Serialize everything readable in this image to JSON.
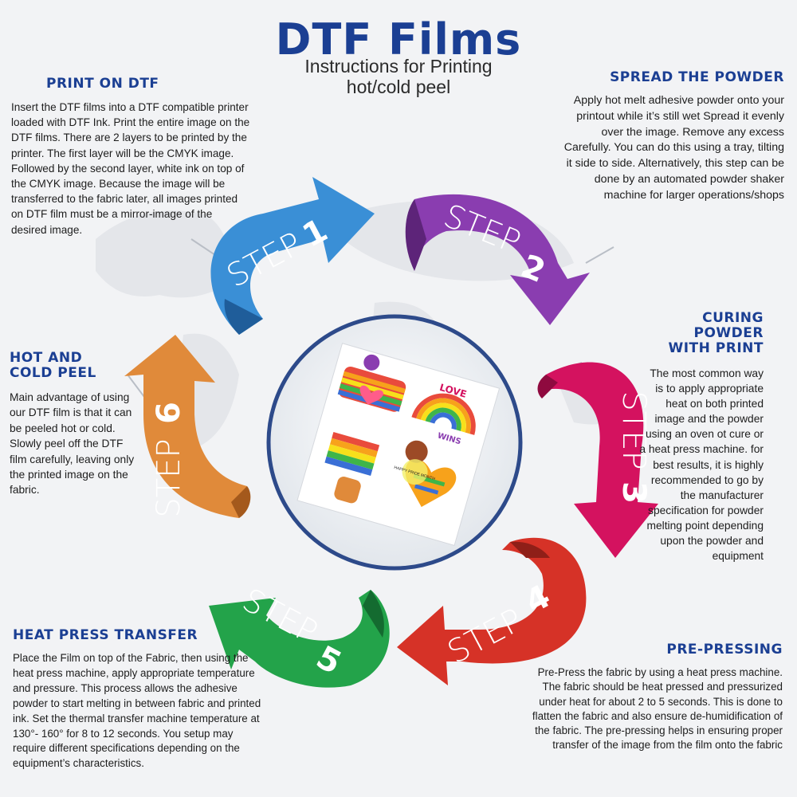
{
  "header": {
    "title": "DTF Films",
    "subtitle_line1": "Instructions for Printing",
    "subtitle_line2": "hot/cold peel"
  },
  "steps": [
    {
      "word": "STEP",
      "number": "1",
      "color": "#3a8fd6",
      "heading": "PRINT ON DTF",
      "body": "Insert the DTF films into a DTF compatible printer loaded with DTF Ink. Print the entire image on the DTF films. There are 2 layers to be printed by the printer. The first layer will be the CMYK image. Followed by the second layer, white ink on top of the CMYK image. Because the image will be transferred to the fabric later, all images printed on DTF film must be a mirror-image of the desired image."
    },
    {
      "word": "STEP",
      "number": "2",
      "color": "#8a3db0",
      "heading": "SPREAD THE POWDER",
      "body": "Apply hot melt adhesive powder onto your printout while it’s still wet Spread it evenly over the image. Remove any excess Carefully. You can do this using a tray, tilting it side to side. Alternatively, this step can be done by an automated powder shaker machine for larger operations/shops"
    },
    {
      "word": "STEP",
      "number": "3",
      "color": "#d4125f",
      "heading_line1": "CURING POWDER",
      "heading_line2": "WITH PRINT",
      "body": "The most common way is to apply appropriate heat on both printed image and the powder using an oven ot cure or a heat press machine. for  best results, it is highly recommended to go by the manufacturer specification for powder melting point depending upon the powder and equipment"
    },
    {
      "word": "STEP",
      "number": "4",
      "color": "#d63227",
      "heading": "PRE-PRESSING",
      "body": "Pre-Press the fabric by using a heat press machine. The fabric should be heat pressed and pressurized under heat for about 2 to 5 seconds. This is done to flatten the fabric and also ensure de-humidification of the fabric. The pre-pressing helps in ensuring proper transfer of the image from the film onto the fabric"
    },
    {
      "word": "STEP",
      "number": "5",
      "color": "#23a34a",
      "heading": "HEAT PRESS TRANSFER",
      "body": "Place the Film on top of the Fabric, then using the heat press machine, apply appropriate temperature and pressure. This process allows the adhesive powder to start melting in between fabric and printed ink. Set the thermal transfer machine temperature at 130°- 160° for 8 to 12 seconds. You setup may require different specifications depending on the equipment’s characteristics."
    },
    {
      "word": "STEP",
      "number": "6",
      "color": "#e08a3a",
      "heading_line1": "HOT AND",
      "heading_line2": "COLD PEEL",
      "body": "Main advantage of using our DTF film is that it can be peeled hot or cold. Slowly peel off the DTF film carefully, leaving only the printed image on the fabric."
    }
  ],
  "center_image": {
    "sticker_labels": [
      "LOVE",
      "WINS",
      "HAPPY PRIDE MONTH"
    ]
  }
}
